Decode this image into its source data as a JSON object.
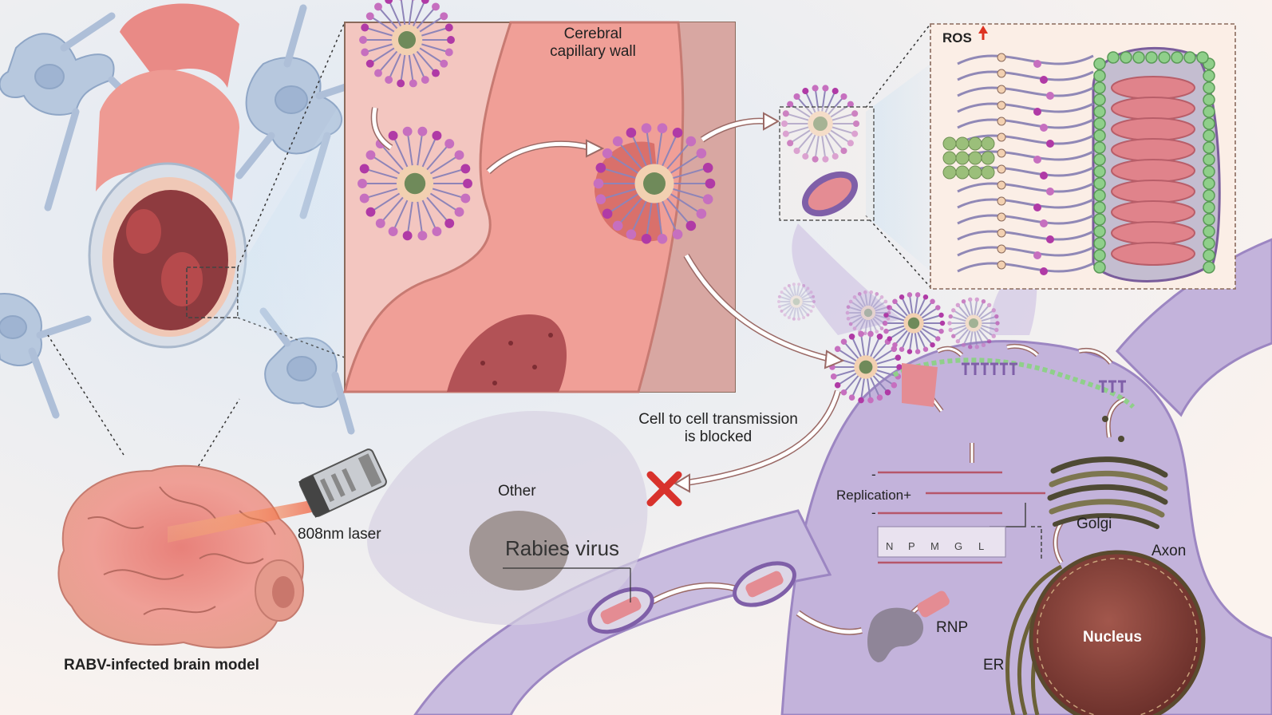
{
  "labels": {
    "capillary_wall": "Cerebral\ncapillary wall",
    "ros": "ROS",
    "transmission_blocked": "Cell to cell transmission\nis blocked",
    "other": "Other",
    "rabies_virus": "Rabies virus",
    "laser": "808nm laser",
    "brain_model": "RABV-infected brain model",
    "replication": "Replication",
    "replication_plus": "+",
    "minus_1": "-",
    "minus_2": "-",
    "golgi": "Golgi",
    "axon": "Axon",
    "nucleus": "Nucleus",
    "rnp": "RNP",
    "er": "ER"
  },
  "genes": [
    "N",
    "P",
    "M",
    "G",
    "L"
  ],
  "colors": {
    "vessel": "#e98a86",
    "astrocyte": "#b7c8de",
    "neuron": "#b9a9d2",
    "virion": "#e48c93",
    "lipid_purple": "#8e66b3",
    "lipid_green": "#8fcf8a",
    "nucleus": "#7a3b35",
    "block": "#d8322c"
  }
}
